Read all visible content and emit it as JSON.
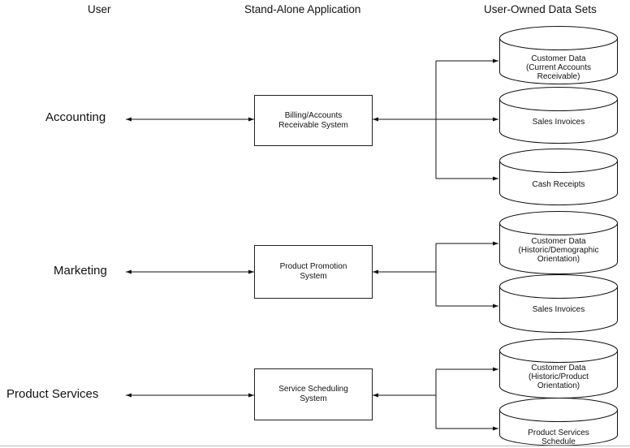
{
  "headers": {
    "user": "User",
    "application": "Stand-Alone Application",
    "data_sets": "User-Owned Data Sets"
  },
  "groups": [
    {
      "user": "Accounting",
      "application": "Billing/Accounts\nReceivable System",
      "data_sets": [
        "Customer Data\n(Current Accounts\nReceivable)",
        "Sales Invoices",
        "Cash Receipts"
      ]
    },
    {
      "user": "Marketing",
      "application": "Product Promotion\nSystem",
      "data_sets": [
        "Customer Data\n(Historic/Demographic\nOrientation)",
        "Sales Invoices"
      ]
    },
    {
      "user": "Product Services",
      "application": "Service Scheduling\nSystem",
      "data_sets": [
        "Customer Data\n(Historic/Product\nOrientation)",
        "Product Services\nSchedule"
      ]
    }
  ]
}
